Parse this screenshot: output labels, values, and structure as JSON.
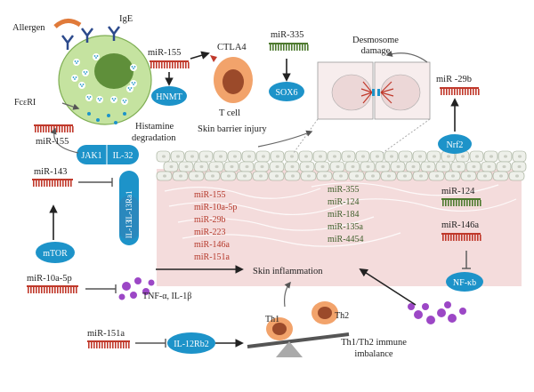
{
  "colors": {
    "mirna_red": "#c0392b",
    "mirna_green": "#4e7a2f",
    "oval_blue": "#1d93c9",
    "skin_pink": "#f4dcdc",
    "purple": "#9c47c6"
  },
  "labels": {
    "allergen": "Allergen",
    "ige": "IgE",
    "fcerI": "FcεRI",
    "histamine": "Histamine",
    "degradation": "degradation",
    "ctla4": "CTLA4",
    "tcell": "T cell",
    "hnmt": "HNMT",
    "sox6": "SOX6",
    "desmosome1": "Desmosome",
    "desmosome2": "damage",
    "skin_barrier": "Skin barrier injury",
    "jak1": "JAK1",
    "il32": "IL-32",
    "il13ra1": "IL-13Ra1",
    "il13": "IL-13",
    "mtor": "mTOR",
    "nrf2": "Nrf2",
    "nfkb": "NF-κb",
    "tnf": "TNF-α, IL-1β",
    "skin_inflammation": "Skin inflammation",
    "il12rb2": "IL-12Rb2",
    "th1": "Th1",
    "th2": "Th2",
    "th_imbalance1": "Th1/Th2 immune",
    "th_imbalance2": "imbalance"
  },
  "mirnas": {
    "mir155_top": "miR-155",
    "mir335_top": "miR-335",
    "mir29b_top": "miR -29b",
    "mir155_left": "miR-155",
    "mir143": "miR-143",
    "mir10a5p": "miR-10a-5p",
    "mir151a": "miR-151a",
    "mir124_right": "miR-124",
    "mir146a_right": "miR-146a"
  },
  "skin_red_list": [
    "miR-155",
    "miR-10a-5p",
    "miR-29b",
    "miR-223",
    "miR-146a",
    "miR-151a"
  ],
  "skin_green_list": [
    "miR-355",
    "miR-124",
    "miR-184",
    "miR-135a",
    "miR-4454"
  ]
}
